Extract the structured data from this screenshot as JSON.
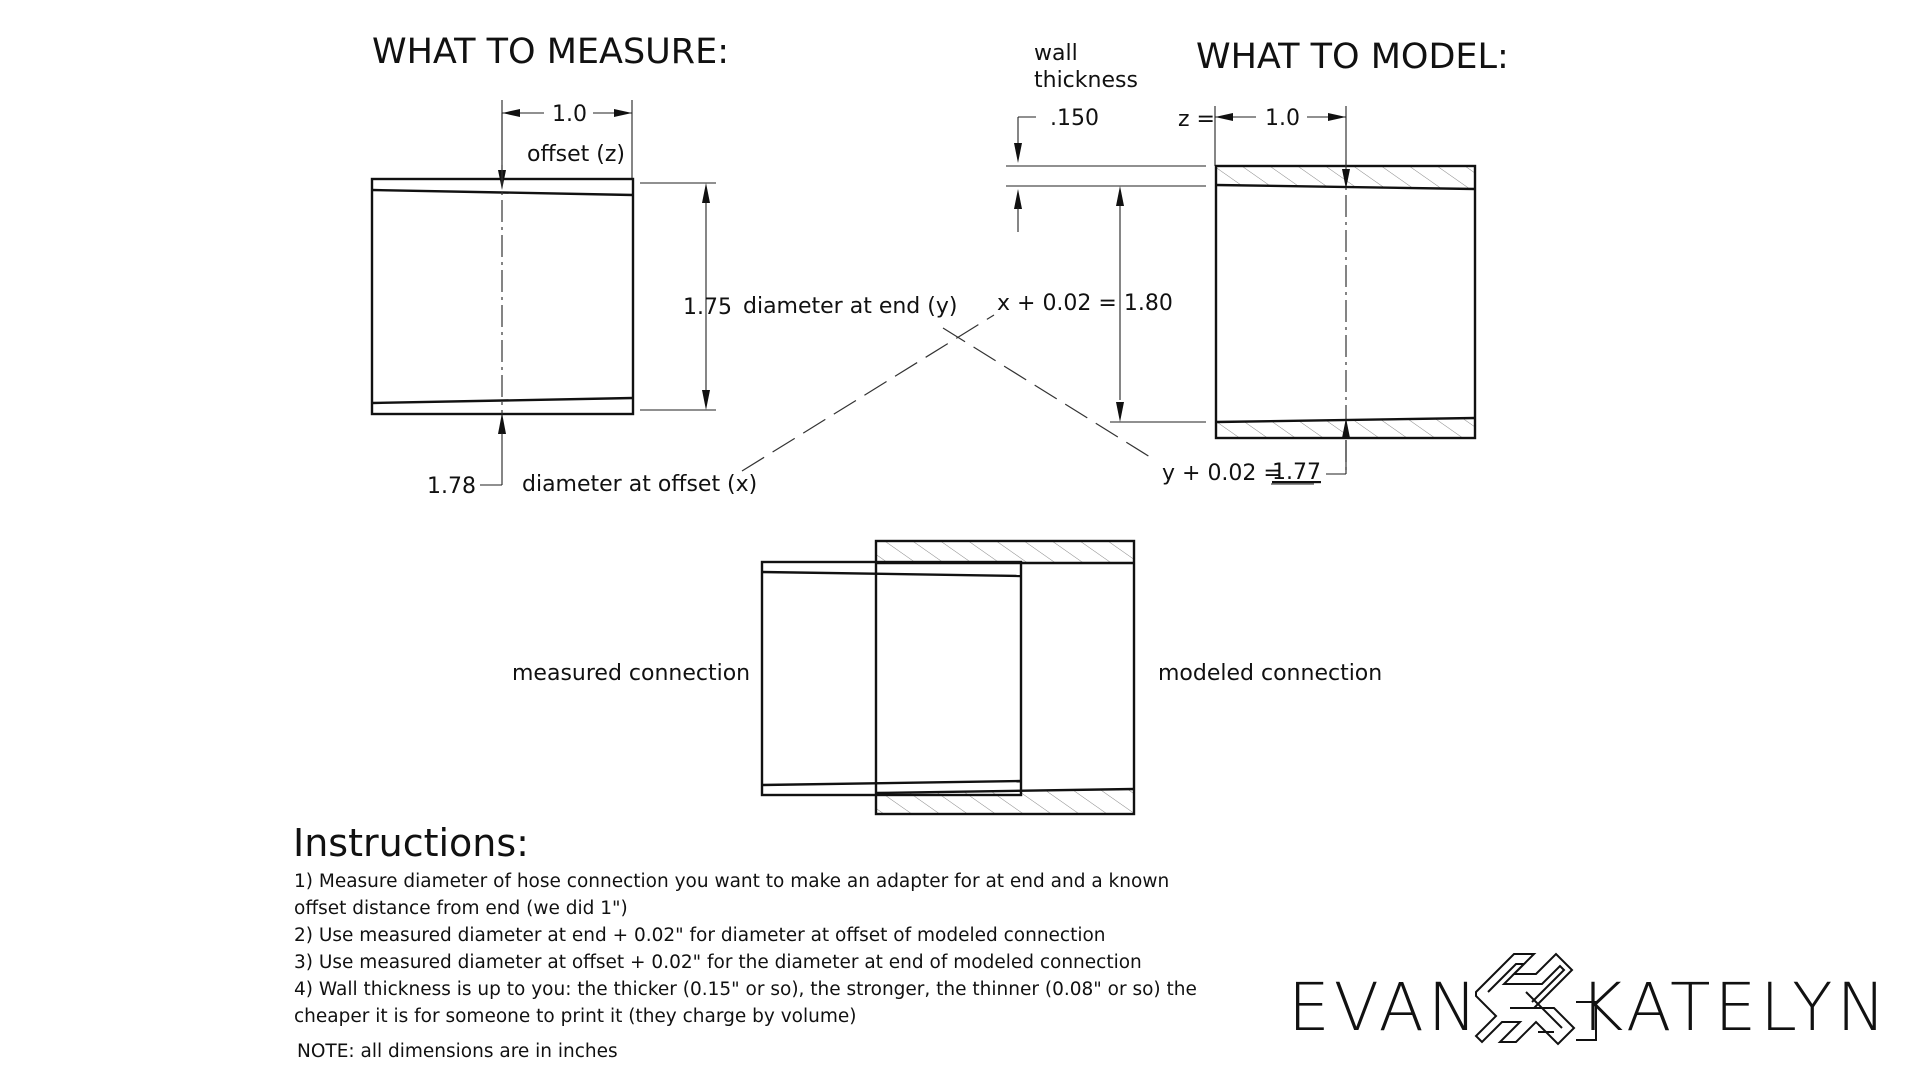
{
  "measure": {
    "title": "WHAT TO MEASURE:",
    "dim_length": "1.0",
    "offset_label": "offset (z)",
    "dim_end_diameter": "1.75",
    "end_diameter_label": "diameter at end (y)",
    "dim_offset_diameter": "1.78",
    "offset_diameter_label": "diameter at offset (x)"
  },
  "model": {
    "title": "WHAT TO MODEL:",
    "wall_label_line1": "wall",
    "wall_label_line2": "thickness",
    "wall_value": ".150",
    "z_label": "z =",
    "dim_length": "1.0",
    "offset_formula": "x + 0.02 = 1.80",
    "end_formula_prefix": "y + 0.02 =",
    "end_formula_value": "1.77"
  },
  "connection": {
    "measured_label": "measured connection",
    "modeled_label": "modeled connection"
  },
  "instructions": {
    "title": "Instructions:",
    "lines": [
      "1) Measure diameter of hose connection you want to make an adapter for at end and a known",
      "offset distance from end (we did 1\")",
      "2) Use measured diameter at end + 0.02\" for diameter at offset of modeled connection",
      "3) Use measured  diameter at offset + 0.02\" for the diameter at end of modeled connection",
      "4) Wall thickness is up to you: the thicker (0.15\" or so), the stronger, the thinner (0.08\" or so) the",
      "cheaper it is for someone to print it (they charge by volume)"
    ],
    "note": "NOTE: all dimensions are in inches"
  },
  "logo": {
    "left_text": "EVAN",
    "right_text": "KATELYN",
    "mark": "ampersand-knot-logo"
  }
}
